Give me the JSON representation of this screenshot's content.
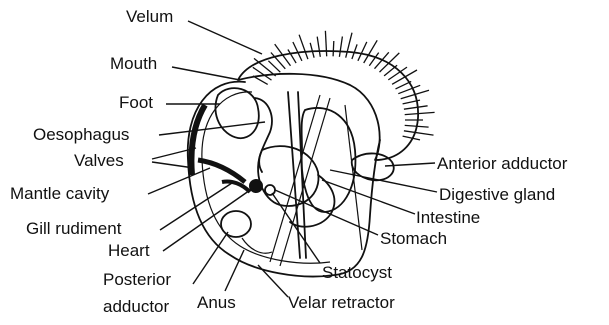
{
  "diagram": {
    "labels": {
      "velum": "Velum",
      "mouth": "Mouth",
      "foot": "Foot",
      "oesophagus": "Oesophagus",
      "valves": "Valves",
      "mantle_cavity": "Mantle cavity",
      "gill_rudiment": "Gill rudiment",
      "heart": "Heart",
      "posterior_1": "Posterior",
      "posterior_2": "adductor",
      "anus": "Anus",
      "statocyst": "Statocyst",
      "velar_retractor": "Velar retractor",
      "stomach": "Stomach",
      "intestine": "Intestine",
      "digestive_gland": "Digestive gland",
      "anterior_adductor": "Anterior adductor"
    }
  }
}
